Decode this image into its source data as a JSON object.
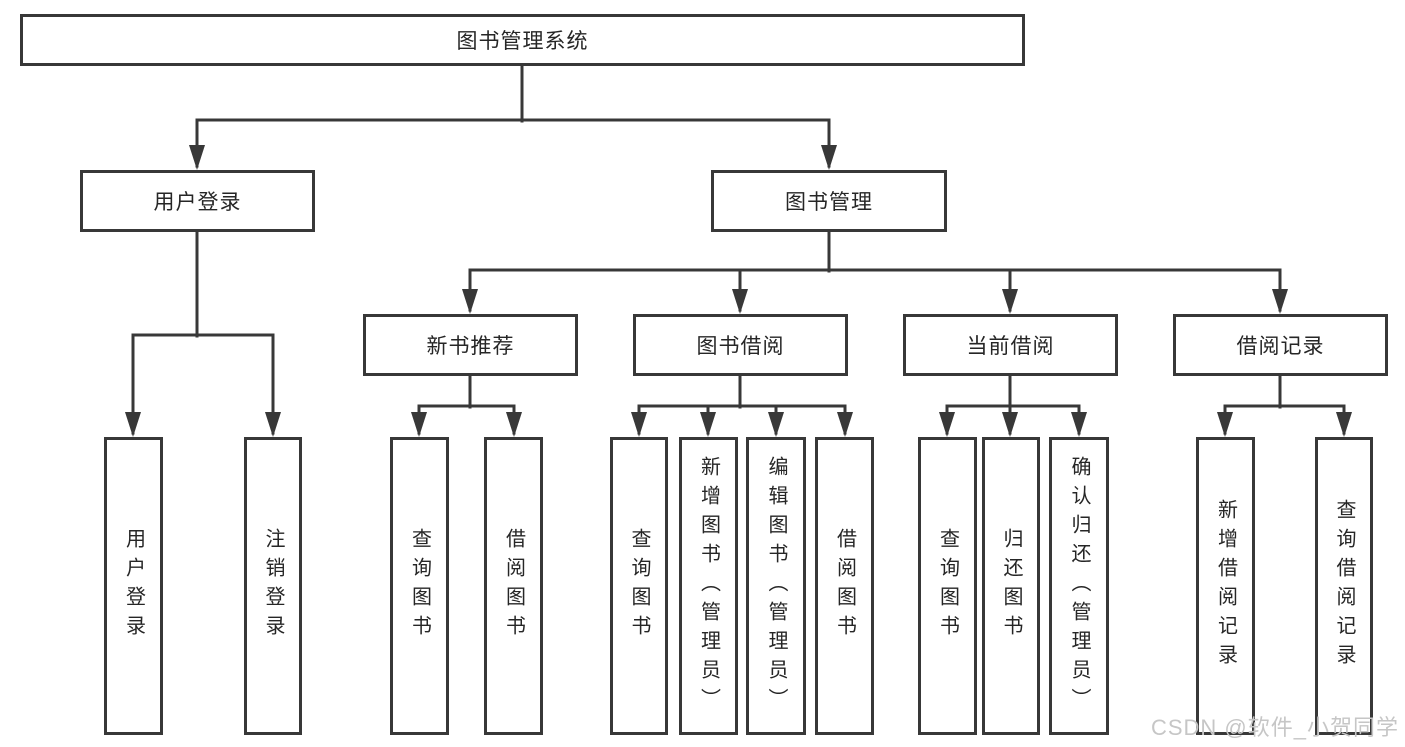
{
  "title": {
    "root": "图书管理系统"
  },
  "level2": {
    "user_login": "用户登录",
    "book_mgmt": "图书管理"
  },
  "level3": {
    "new_books": "新书推荐",
    "borrow": "图书借阅",
    "current": "当前借阅",
    "records": "借阅记录"
  },
  "leaves": {
    "login": "用户登录",
    "logout": "注销登录",
    "nb_query": "查询图书",
    "nb_borrow": "借阅图书",
    "bb_query": "查询图书",
    "bb_add": "新增图书（管理员）",
    "bb_edit": "编辑图书（管理员）",
    "bb_borrow": "借阅图书",
    "cb_query": "查询图书",
    "cb_return": "归还图书",
    "cb_confirm": "确认归还（管理员）",
    "br_add": "新增借阅记录",
    "br_query": "查询借阅记录"
  },
  "watermark": "CSDN @软件_小贺同学",
  "colors": {
    "line": "#383838",
    "text": "#262626",
    "box_fill": "#ffffff",
    "background": "#ffffff",
    "watermark": "#c6c6c6"
  }
}
